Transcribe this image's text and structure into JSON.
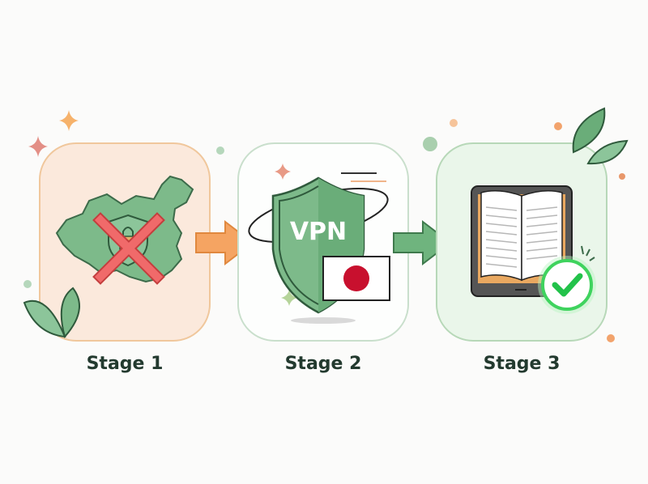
{
  "diagram": {
    "stages": [
      {
        "label": "Stage 1",
        "description": "Blocked map with shield and red cross"
      },
      {
        "label": "Stage 2",
        "shield_text": "VPN",
        "flag": "Japan"
      },
      {
        "label": "Stage 3",
        "description": "E-reader with open book and check mark"
      }
    ],
    "colors": {
      "stage1_bg": "#fbe9dc",
      "stage1_border": "#f0c79c",
      "stage2_border": "#c9dfcc",
      "stage3_bg": "#eaf6ea",
      "arrow1": "#f5a462",
      "arrow2": "#6fb47e",
      "green_main": "#6fb47e",
      "red_cross": "#ef5a5a",
      "flag_circle": "#c8102e",
      "check": "#22c24a",
      "label_text": "#233a2f"
    }
  }
}
